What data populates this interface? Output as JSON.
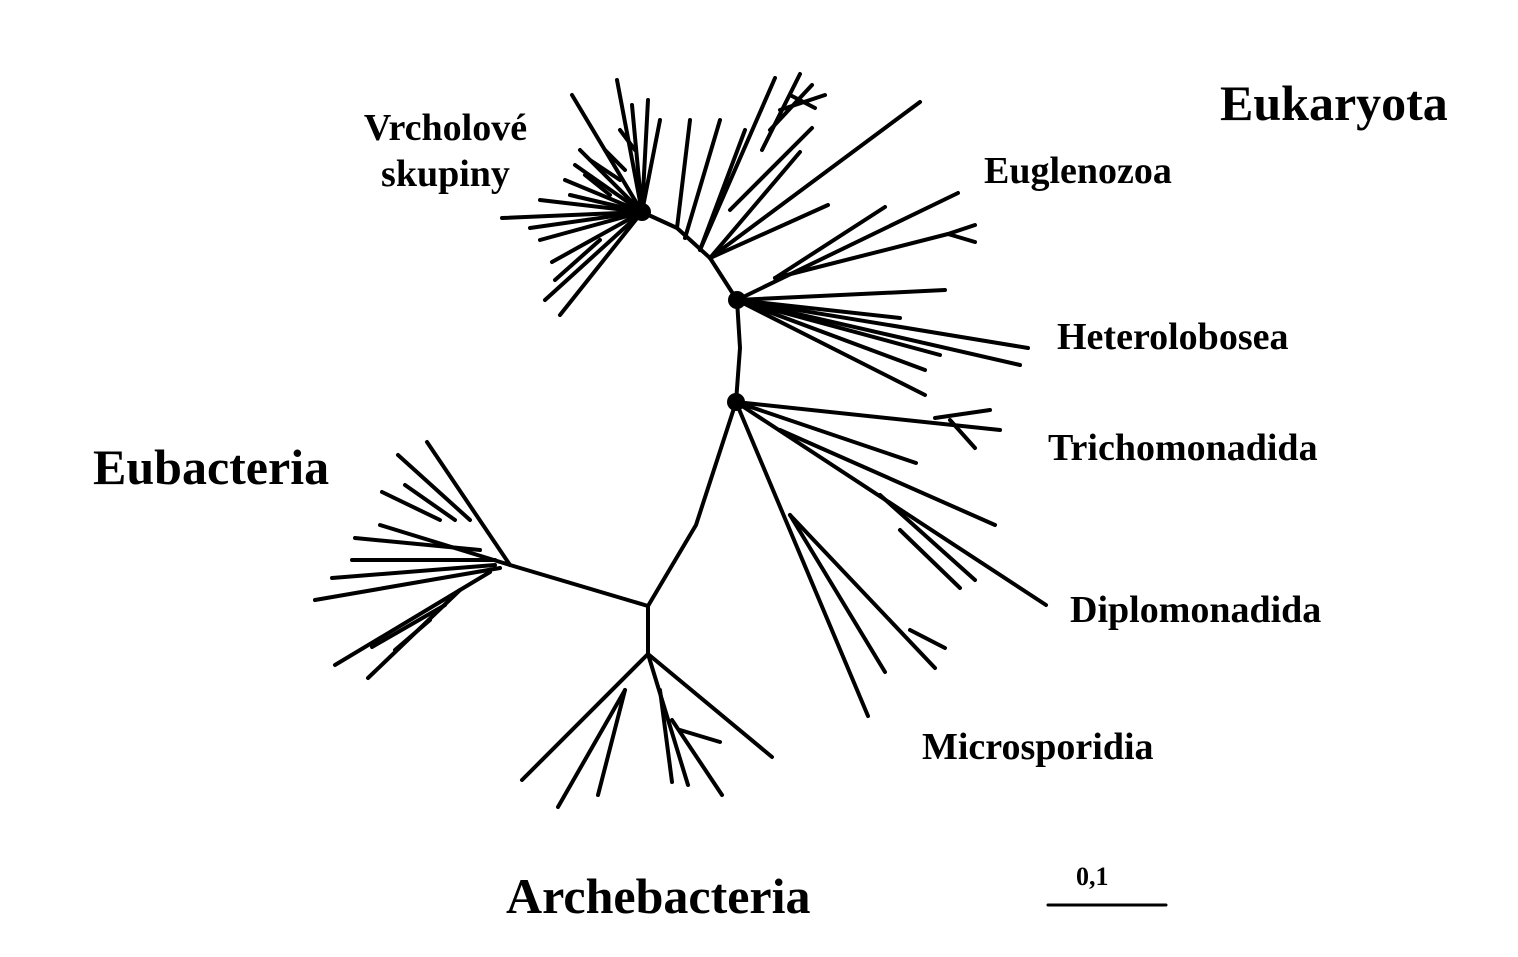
{
  "labels": {
    "eukaryota": "Eukaryota",
    "crown_line1": "Vrcholové",
    "crown_line2": "skupiny",
    "euglenozoa": "Euglenozoa",
    "heterolobosea": "Heterolobosea",
    "trichomonadida": "Trichomonadida",
    "eubacteria": "Eubacteria",
    "diplomonadida": "Diplomonadida",
    "microsporidia": "Microsporidia",
    "archebacteria": "Archebacteria",
    "scale": "0,1"
  }
}
